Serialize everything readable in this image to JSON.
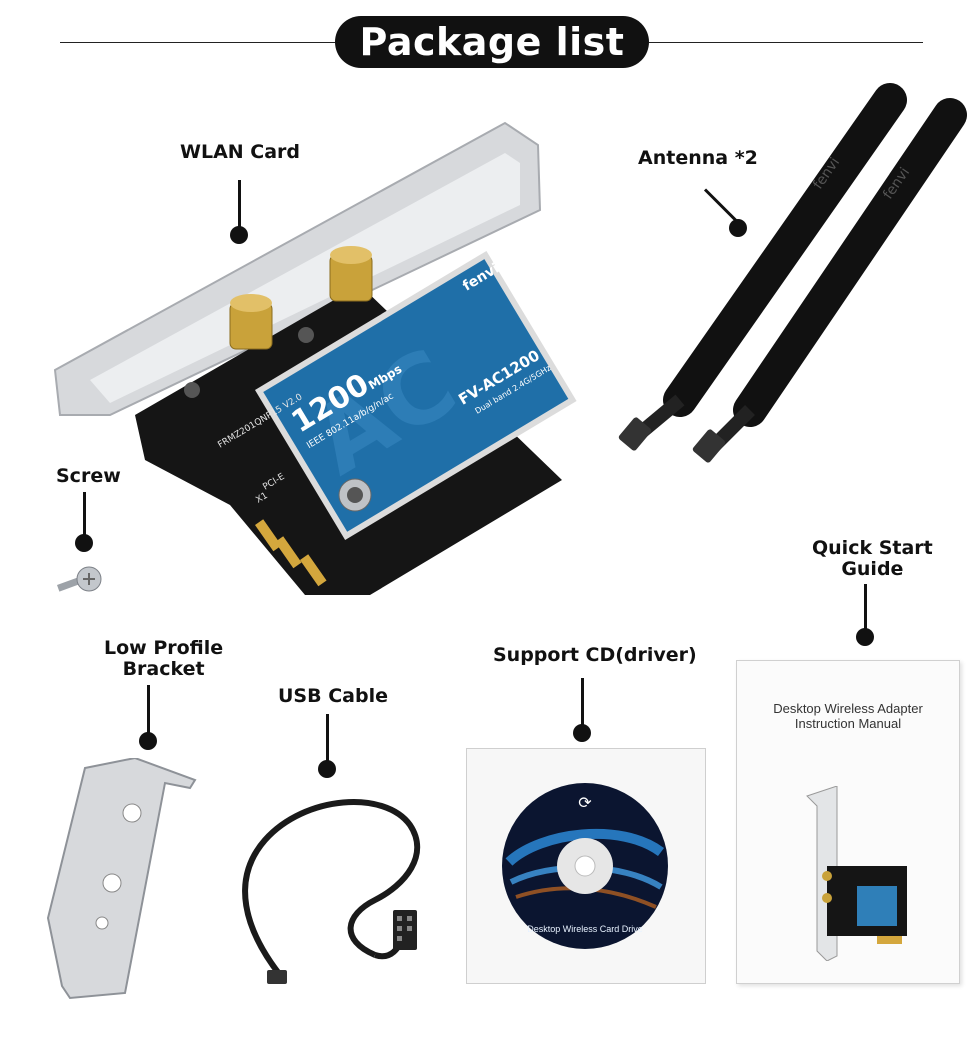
{
  "title": "Package list",
  "labels": {
    "wlan_card": "WLAN Card",
    "antenna": "Antenna *2",
    "screw": "Screw",
    "quick_start_1": "Quick Start",
    "quick_start_2": "Guide",
    "bracket_1": "Low Profile",
    "bracket_2": "Bracket",
    "usb_cable": "USB Cable",
    "support_cd": "Support CD(driver)"
  },
  "card": {
    "brand": "fenvi",
    "speed": "1200",
    "speed_unit": "Mbps",
    "standard": "IEEE 802.11a/b/g/n/ac",
    "model": "FV-AC1200",
    "band": "Dual band 2.4G/5GHz",
    "big_mark": "AC",
    "board_id": "FRMZ201QNP15 V2.0",
    "slot": "PCI-E",
    "lane": "X1"
  },
  "antenna_brand": "fenvi",
  "cd_label": "Desktop Wireless Card Drive",
  "manual": {
    "line1": "Desktop Wireless Adapter",
    "line2": "Instruction Manual"
  },
  "colors": {
    "card_blue": "#1f6fa8",
    "gold": "#c9a23a",
    "pcb": "#151515",
    "silver": "#d7d9dc"
  }
}
